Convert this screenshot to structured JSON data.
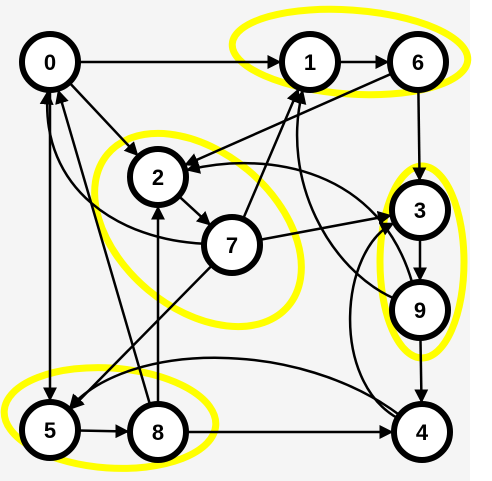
{
  "graph": {
    "background": "#f5f5f5",
    "highlight_color": "#ffff00",
    "nodes": [
      {
        "id": "0",
        "label": "0"
      },
      {
        "id": "1",
        "label": "1"
      },
      {
        "id": "6",
        "label": "6"
      },
      {
        "id": "2",
        "label": "2"
      },
      {
        "id": "7",
        "label": "7"
      },
      {
        "id": "3",
        "label": "3"
      },
      {
        "id": "9",
        "label": "9"
      },
      {
        "id": "5",
        "label": "5"
      },
      {
        "id": "8",
        "label": "8"
      },
      {
        "id": "4",
        "label": "4"
      }
    ],
    "edges": [
      {
        "from": "0",
        "to": "1"
      },
      {
        "from": "0",
        "to": "2"
      },
      {
        "from": "0",
        "to": "5"
      },
      {
        "from": "1",
        "to": "6"
      },
      {
        "from": "6",
        "to": "2"
      },
      {
        "from": "6",
        "to": "3"
      },
      {
        "from": "2",
        "to": "7"
      },
      {
        "from": "7",
        "to": "0"
      },
      {
        "from": "7",
        "to": "1"
      },
      {
        "from": "7",
        "to": "3"
      },
      {
        "from": "7",
        "to": "5"
      },
      {
        "from": "3",
        "to": "9"
      },
      {
        "from": "9",
        "to": "1"
      },
      {
        "from": "9",
        "to": "2"
      },
      {
        "from": "9",
        "to": "4"
      },
      {
        "from": "4",
        "to": "3"
      },
      {
        "from": "4",
        "to": "5"
      },
      {
        "from": "5",
        "to": "8"
      },
      {
        "from": "8",
        "to": "0"
      },
      {
        "from": "8",
        "to": "2"
      },
      {
        "from": "8",
        "to": "4"
      }
    ],
    "highlighted_groups": [
      [
        "1",
        "6"
      ],
      [
        "2",
        "7"
      ],
      [
        "3",
        "9"
      ],
      [
        "5",
        "8"
      ]
    ]
  }
}
